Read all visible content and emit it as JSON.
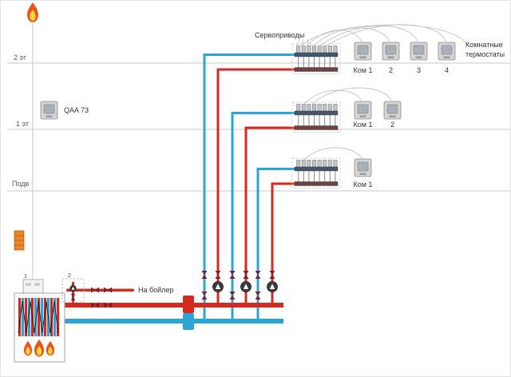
{
  "diagram": {
    "floors": [
      {
        "label": "2 эт"
      },
      {
        "label": "1 эт"
      },
      {
        "label": "Подв"
      }
    ],
    "labels": {
      "servo_drives": "Сервоприводы",
      "room_thermostats_lines": [
        "Комнатные",
        "термостаты"
      ],
      "controller": "QAA 73",
      "to_boiler": "На бойлер",
      "callout_boiler": "1",
      "callout_mixing_unit": "2"
    },
    "thermostat_labels": {
      "floor2": [
        "Ком 1",
        "2",
        "3",
        "4"
      ],
      "floor1": [
        "Ком 1",
        "2"
      ],
      "basement": [
        "Ком 1"
      ]
    },
    "colors": {
      "supply": "#d42a1f",
      "return": "#2ba4d8",
      "floor_line": "#c8c8c8",
      "wire": "#c4c4c4",
      "text": "#333333",
      "device_body": "#d4d4d4",
      "device_screen": "#a9b0b7",
      "flame_outer": "#e8551c",
      "flame_inner": "#ffd23e",
      "valve": "#7d1f28",
      "pump": "#3c3c3c",
      "manifold_bar_top": "#44566b",
      "manifold_bar_bottom": "#6b4444"
    }
  }
}
